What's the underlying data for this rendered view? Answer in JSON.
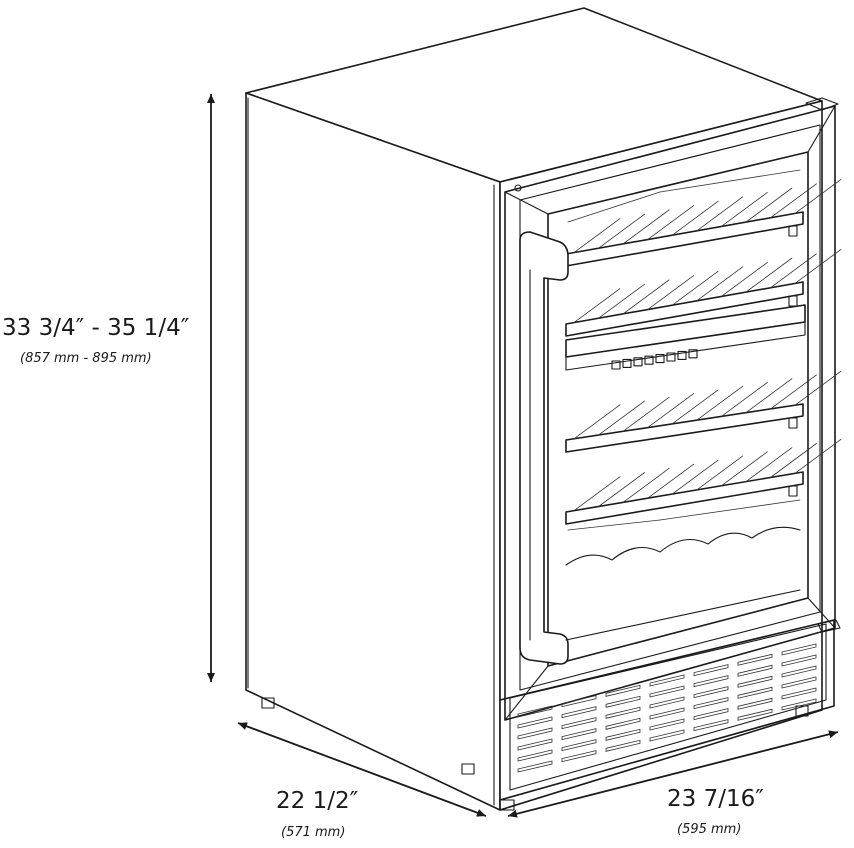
{
  "dimensions": {
    "height": {
      "imperial": "33 3/4″ - 35 1/4″",
      "metric": "(857 mm - 895 mm)"
    },
    "depth": {
      "imperial": "22 1/2″",
      "metric": "(571 mm)"
    },
    "width": {
      "imperial": "23 7/16″",
      "metric": "(595 mm)"
    }
  },
  "colors": {
    "line": "#1a1a1a",
    "background": "#ffffff"
  },
  "control_panel": {
    "button_count": 8
  }
}
